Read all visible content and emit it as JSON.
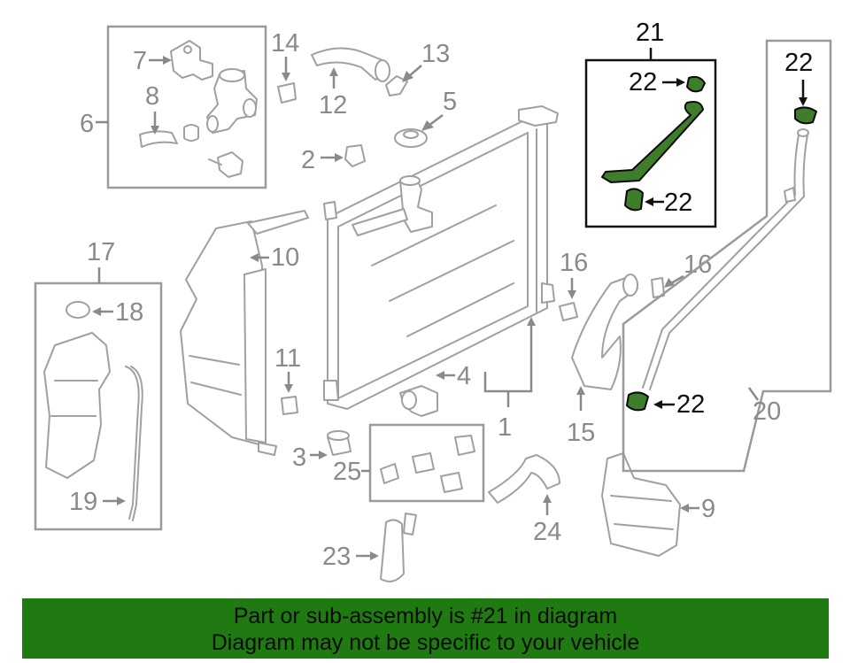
{
  "callouts": {
    "c1": "1",
    "c2": "2",
    "c3": "3",
    "c4": "4",
    "c5": "5",
    "c6": "6",
    "c7": "7",
    "c8": "8",
    "c9": "9",
    "c10": "10",
    "c11": "11",
    "c12": "12",
    "c13": "13",
    "c14": "14",
    "c15": "15",
    "c16": "16",
    "c17": "17",
    "c18": "18",
    "c19": "19",
    "c20": "20",
    "c21": "21",
    "c22": "22",
    "c23": "23",
    "c24": "24",
    "c25": "25"
  },
  "highlight_part": "21",
  "colors": {
    "highlight": "#3e7d2a",
    "banner": "#1f7a12",
    "line": "#8a8a8a"
  },
  "banner": {
    "line1": "Part or sub-assembly is #21 in diagram",
    "line2": "Diagram may not be specific to your vehicle"
  }
}
